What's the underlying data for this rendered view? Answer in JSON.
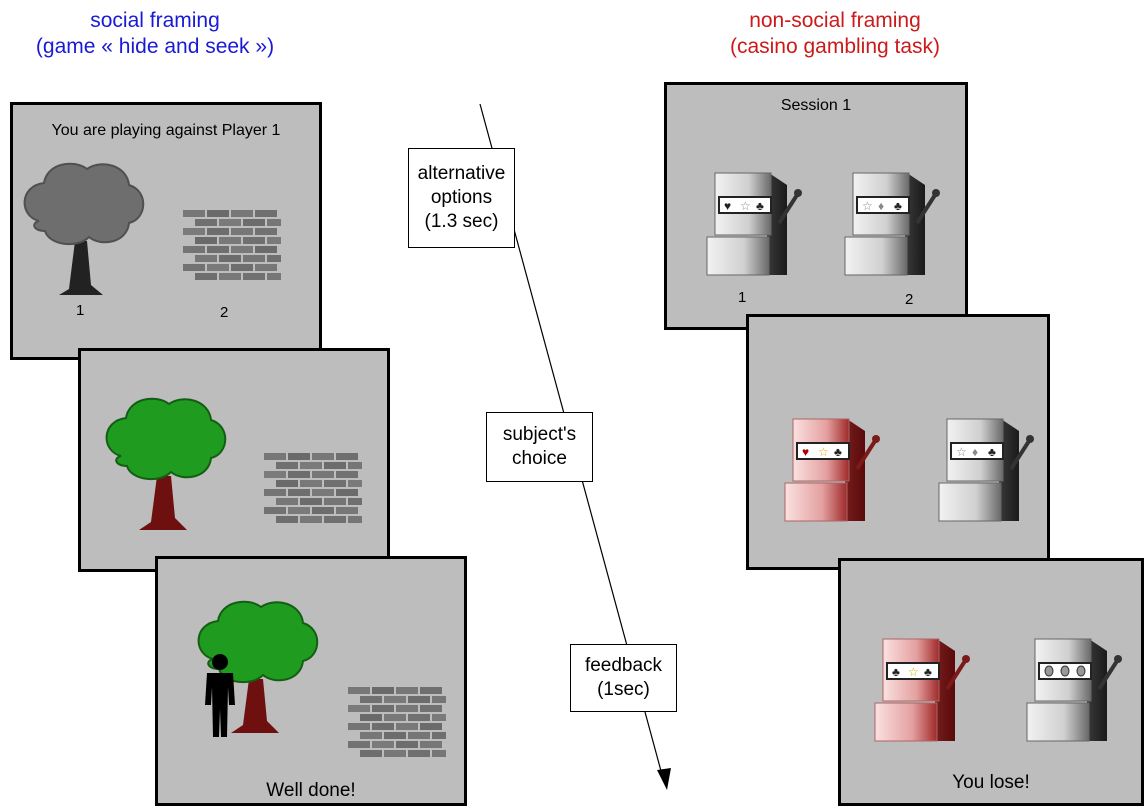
{
  "social": {
    "title_line1": "social framing",
    "title_line2": "(game « hide and seek »)",
    "color": "#1a1ad6",
    "screen1": {
      "header": "You are playing against Player 1",
      "label_1": "1",
      "label_2": "2"
    },
    "screen2": {},
    "screen3": {
      "feedback": "Well done!"
    }
  },
  "nonsocial": {
    "title_line1": "non-social framing",
    "title_line2": "(casino gambling task)",
    "color": "#cc1a1a",
    "screen1": {
      "header": "Session 1",
      "label_1": "1",
      "label_2": "2"
    },
    "screen2": {},
    "screen3": {
      "feedback": "You lose!"
    }
  },
  "timeline": {
    "step1": {
      "line1": "alternative",
      "line2": "options",
      "line3": "(1.3 sec)"
    },
    "step2": {
      "line1": "subject's",
      "line2": "choice"
    },
    "step3": {
      "line1": "feedback",
      "line2": "(1sec)"
    }
  },
  "colors": {
    "panel_bg": "#bdbdbd",
    "tree_grey": "#6e6e6e",
    "tree_green": "#1f9b1f",
    "trunk_red": "#6e1010",
    "machine_red": "#e8a6a6"
  }
}
